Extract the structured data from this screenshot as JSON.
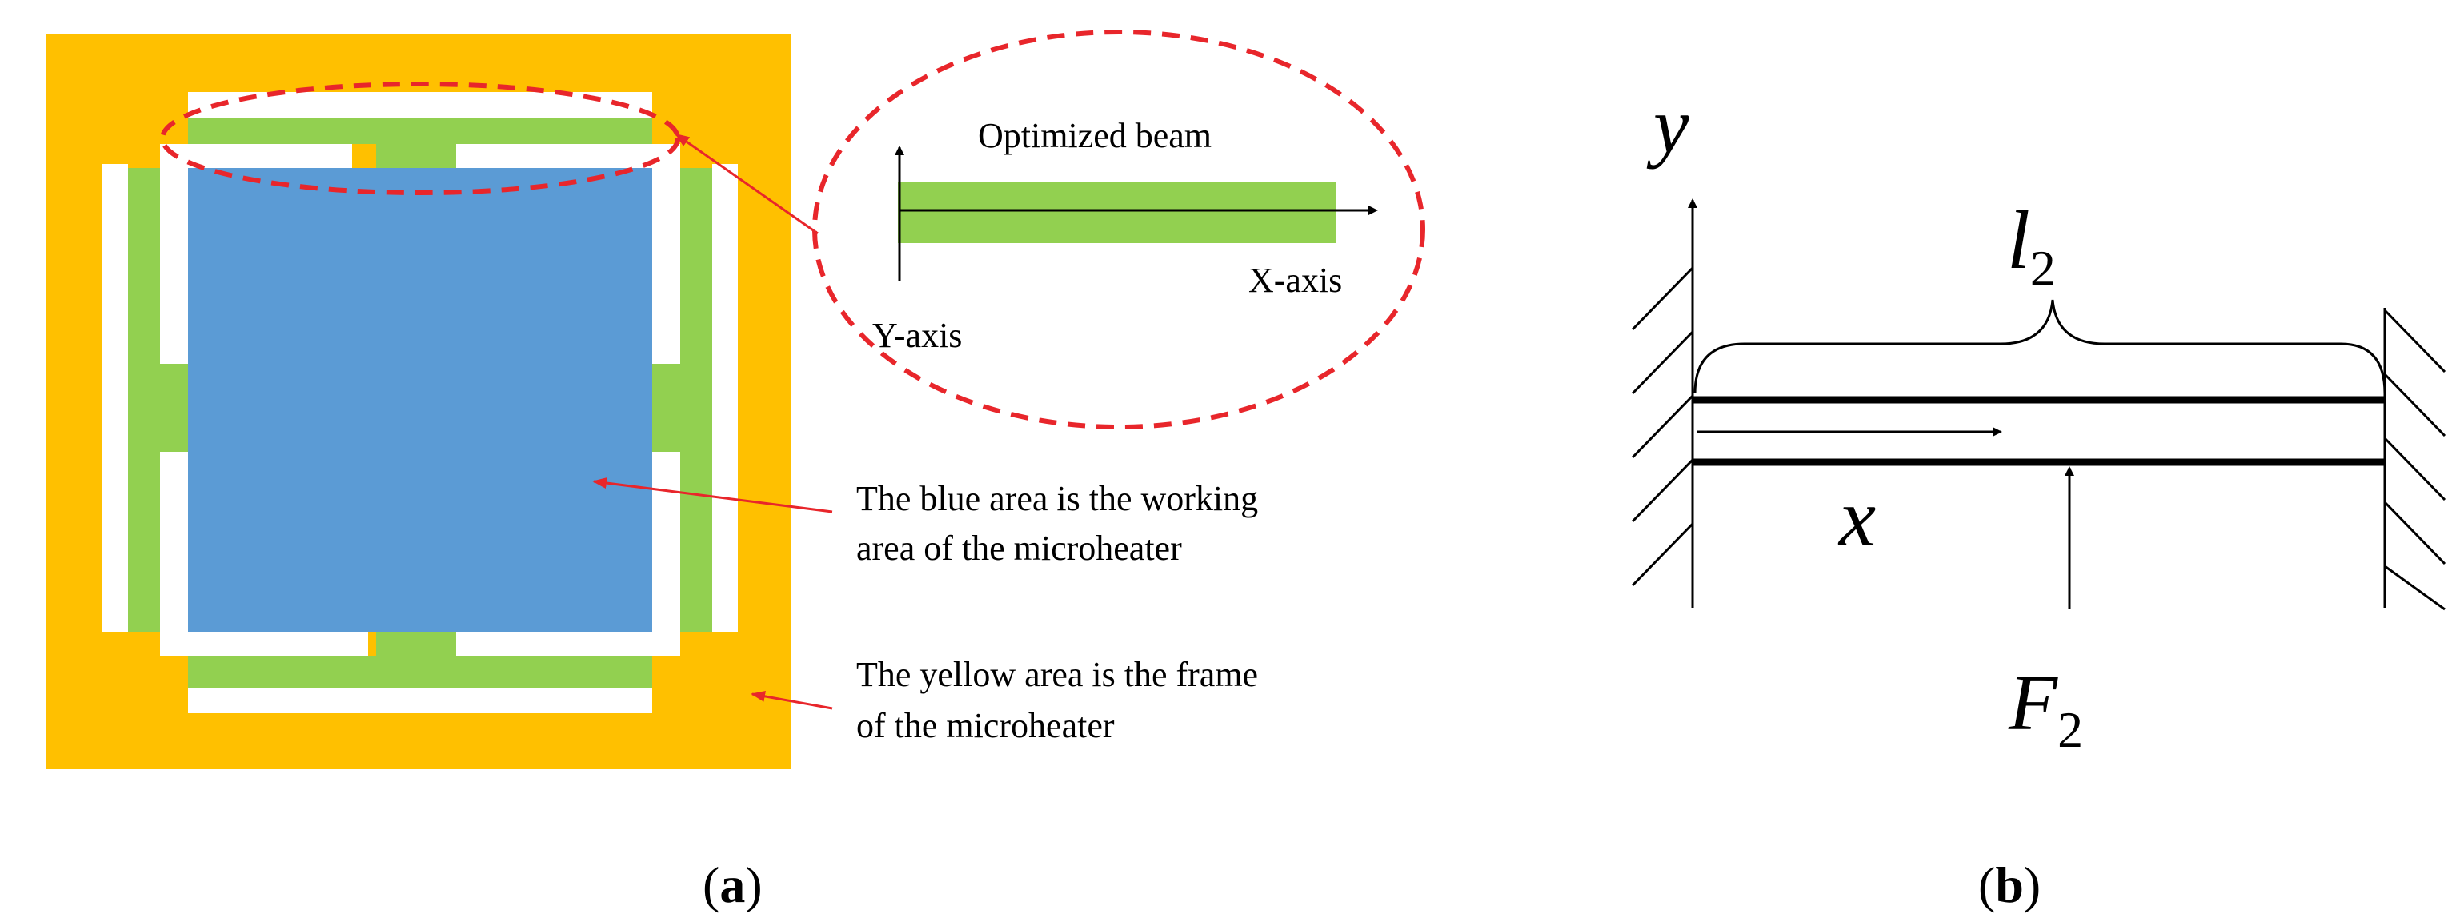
{
  "colors": {
    "frame": "#FFC000",
    "beam": "#92D050",
    "working_area": "#5B9BD5",
    "gap": "#FFFFFF",
    "callout": "#E8262B",
    "ink": "#000000"
  },
  "panel_a": {
    "callout": {
      "title": "Optimized beam",
      "x_axis_label": "X-axis",
      "y_axis_label": "Y-axis"
    },
    "annotations": {
      "blue_line1": "The blue area is the working",
      "blue_line2": "area of the microheater",
      "yellow_line1": "The yellow area is the frame",
      "yellow_line2": "of the microheater"
    },
    "caption_open": "(",
    "caption_letter": "a",
    "caption_close": ")"
  },
  "panel_b": {
    "y_axis_label": "y",
    "length_symbol": "l",
    "length_subscript": "2",
    "x_axis_label": "x",
    "force_symbol": "F",
    "force_subscript": "2",
    "caption_open": "(",
    "caption_letter": "b",
    "caption_close": ")"
  }
}
